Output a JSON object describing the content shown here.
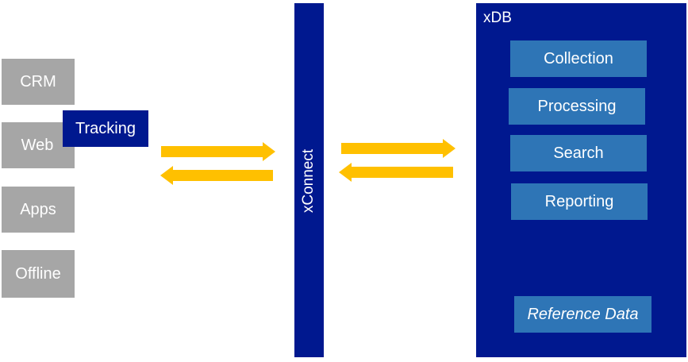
{
  "sources": [
    "CRM",
    "Web",
    "Apps",
    "Offline"
  ],
  "tracking_label": "Tracking",
  "connector_label": "xConnect",
  "xdb": {
    "title": "xDB",
    "services": [
      "Collection",
      "Processing",
      "Search",
      "Reporting"
    ],
    "reference_label": "Reference Data"
  },
  "colors": {
    "source_gray": "#a6a6a6",
    "navy": "#00188f",
    "service_blue": "#2e75b6",
    "arrow_yellow": "#ffc000"
  }
}
